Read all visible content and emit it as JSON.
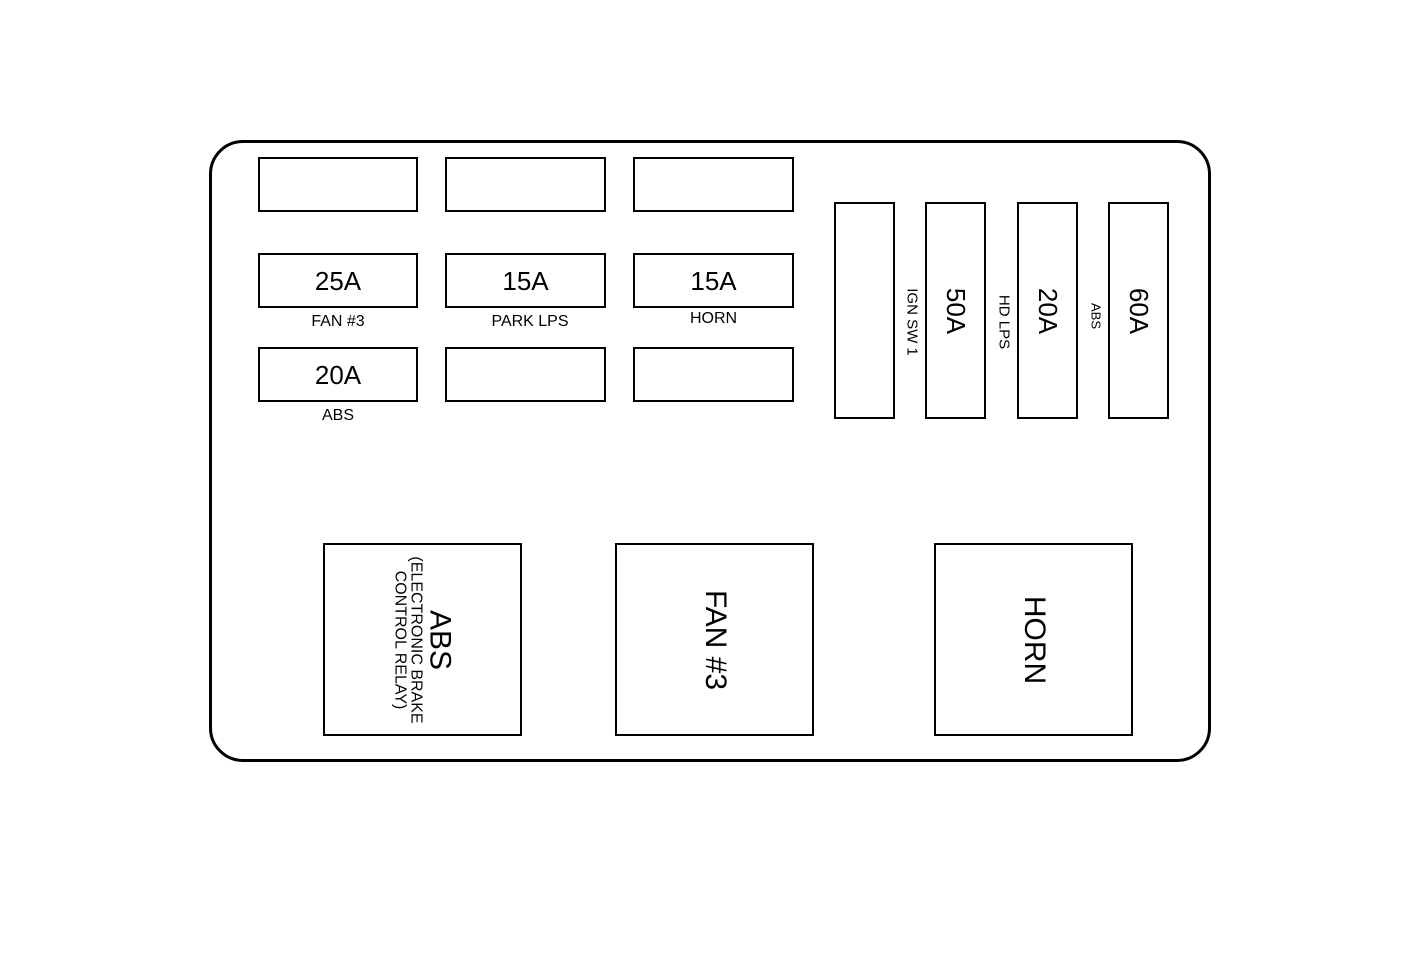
{
  "fuse_block": {
    "minifuses": [
      {
        "rating": "",
        "label": ""
      },
      {
        "rating": "",
        "label": ""
      },
      {
        "rating": "",
        "label": ""
      },
      {
        "rating": "25A",
        "label": "FAN #3"
      },
      {
        "rating": "15A",
        "label": "PARK LPS"
      },
      {
        "rating": "15A",
        "label": "HORN"
      },
      {
        "rating": "20A",
        "label": "ABS"
      },
      {
        "rating": "",
        "label": ""
      },
      {
        "rating": "",
        "label": ""
      }
    ],
    "maxifuses": [
      {
        "rating": "",
        "label": "IGN SW 1"
      },
      {
        "rating": "50A",
        "label": "HD LPS"
      },
      {
        "rating": "20A",
        "label": "ABS"
      },
      {
        "rating": "60A",
        "label": ""
      }
    ],
    "relays": [
      {
        "title": "ABS",
        "sub_1": "(ELECTRONIC BRAKE",
        "sub_2": "CONTROL RELAY)"
      },
      {
        "title": "FAN #3",
        "sub_1": "",
        "sub_2": ""
      },
      {
        "title": "HORN",
        "sub_1": "",
        "sub_2": ""
      }
    ]
  }
}
